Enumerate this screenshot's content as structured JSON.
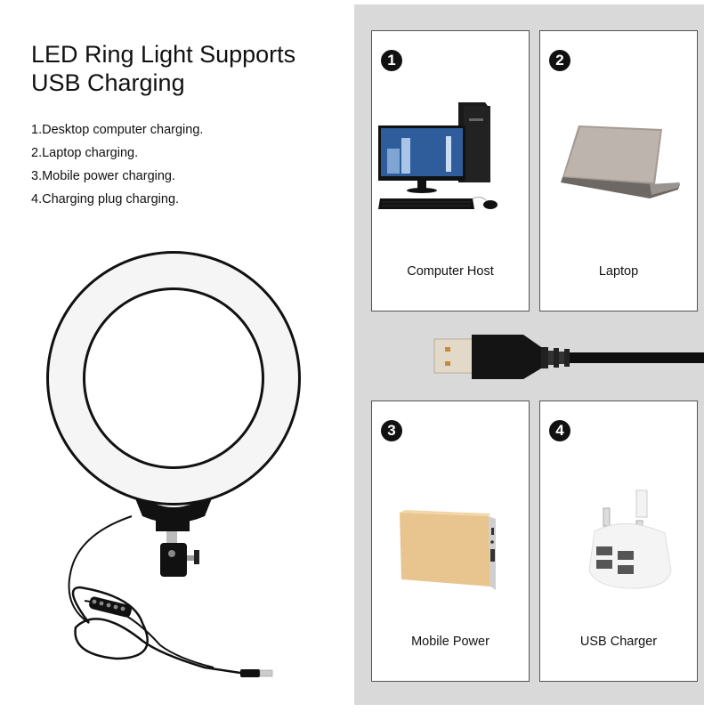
{
  "heading": {
    "line1": "LED Ring Light Supports",
    "line2": "USB Charging"
  },
  "features": [
    "1.Desktop computer charging.",
    "2.Laptop charging.",
    "3.Mobile power charging.",
    "4.Charging plug charging."
  ],
  "product": {
    "name": "LED ring light with ball head mount and USB inline controller",
    "controller_buttons": 5
  },
  "cards": [
    {
      "number": "1",
      "label": "Computer Host",
      "image": "desktop-computer"
    },
    {
      "number": "2",
      "label": "Laptop",
      "image": "laptop"
    },
    {
      "number": "3",
      "label": "Mobile Power",
      "image": "power-bank"
    },
    {
      "number": "4",
      "label": "USB Charger",
      "image": "usb-wall-charger"
    }
  ],
  "colors": {
    "panel_bg": "#d9d9d9",
    "card_border": "#555555",
    "badge_bg": "#111111",
    "text": "#111111",
    "power_bank": "#e8c48f"
  }
}
